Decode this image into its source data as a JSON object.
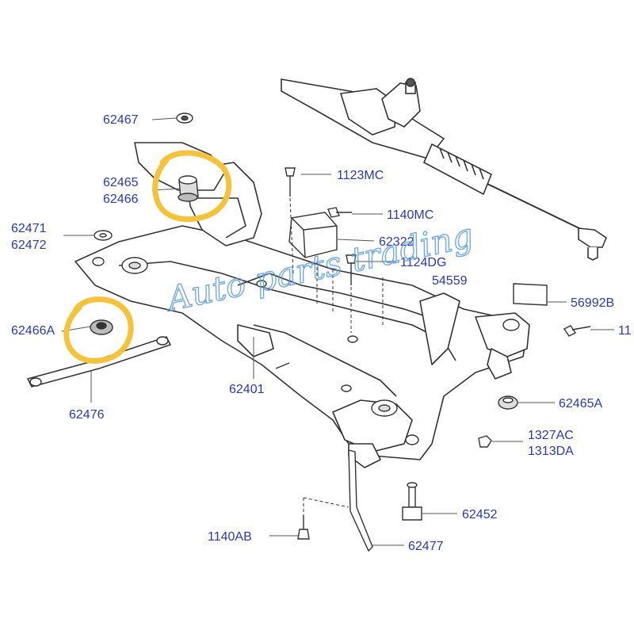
{
  "watermark": "Auto parts trading",
  "colors": {
    "label": "#2a3aa8",
    "line": "#333333",
    "highlight": "#f5c23b",
    "watermark": "#5a9be0"
  },
  "labels": {
    "p62467": "62467",
    "p62465": "62465",
    "p62466": "62466",
    "p62471": "62471",
    "p62472": "62472",
    "p62466a": "62466A",
    "p62476": "62476",
    "p62401": "62401",
    "p1123mc": "1123MC",
    "p1140mc": "1140MC",
    "p62322": "62322",
    "p1124dg": "1124DG",
    "p54559": "54559",
    "p56992b": "56992B",
    "p11": "11",
    "p62465a": "62465A",
    "p1327ac": "1327AC",
    "p1313da": "1313DA",
    "p62452": "62452",
    "p1140ab": "1140AB",
    "p62477": "62477"
  }
}
